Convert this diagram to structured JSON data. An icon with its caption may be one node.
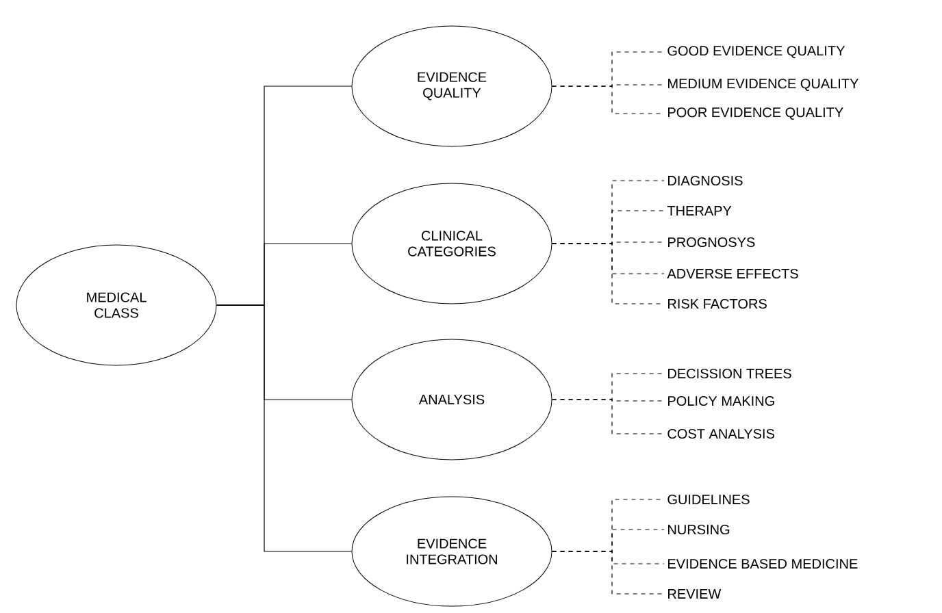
{
  "diagram": {
    "nodes": [
      {
        "text": [
          "MEDICAL CLASS"
        ]
      },
      {
        "text": [
          "EVIDENCE QUALITY"
        ]
      },
      {
        "text": [
          "CLINICAL CATEGORIES"
        ]
      },
      {
        "text": [
          "ANALYSIS"
        ]
      },
      {
        "text": [
          "EVIDENCE INTEGRATION"
        ]
      },
      {
        "text": [
          "GOOD EVIDENCE QUALITY"
        ]
      },
      {
        "text": [
          "MEDIUM EVIDENCE QUALITY"
        ]
      },
      {
        "text": [
          "POOR EVIDENCE QUALITY"
        ]
      },
      {
        "text": [
          "DIAGNOSIS"
        ]
      },
      {
        "text": [
          "THERAPY"
        ]
      },
      {
        "text": [
          "PROGNOSYS"
        ]
      },
      {
        "text": [
          "ADVERSE EFFECTS"
        ]
      },
      {
        "text": [
          "RISK FACTORS"
        ]
      },
      {
        "text": [
          "DECISSION TREES"
        ]
      },
      {
        "text": [
          "POLICY MAKING"
        ]
      },
      {
        "text": [
          "COST ANALYSIS"
        ]
      },
      {
        "text": [
          "GUIDELINES"
        ]
      },
      {
        "text": [
          "NURSING"
        ]
      },
      {
        "text": [
          "EVIDENCE BASED MEDICINE"
        ]
      },
      {
        "text": [
          "REVIEW"
        ]
      }
    ],
    "edges": [
      {
        "from": 0,
        "to": 1,
        "arrow": "none"
      },
      {
        "from": 0,
        "to": 2,
        "arrow": "none"
      },
      {
        "from": 0,
        "to": 3,
        "arrow": "none"
      },
      {
        "from": 0,
        "to": 4,
        "arrow": "none"
      },
      {
        "from": 1,
        "to": 5,
        "arrow": "none",
        "style": "dashed"
      },
      {
        "from": 1,
        "to": 6,
        "arrow": "none",
        "style": "dashed"
      },
      {
        "from": 1,
        "to": 7,
        "arrow": "none",
        "style": "dashed"
      },
      {
        "from": 2,
        "to": 8,
        "arrow": "none",
        "style": "dashed"
      },
      {
        "from": 2,
        "to": 9,
        "arrow": "none",
        "style": "dashed"
      },
      {
        "from": 2,
        "to": 10,
        "arrow": "none",
        "style": "dashed"
      },
      {
        "from": 2,
        "to": 11,
        "arrow": "none",
        "style": "dashed"
      },
      {
        "from": 2,
        "to": 12,
        "arrow": "none",
        "style": "dashed"
      },
      {
        "from": 3,
        "to": 13,
        "arrow": "none",
        "style": "dashed"
      },
      {
        "from": 3,
        "to": 14,
        "arrow": "none",
        "style": "dashed"
      },
      {
        "from": 3,
        "to": 15,
        "arrow": "none",
        "style": "dashed"
      },
      {
        "from": 4,
        "to": 16,
        "arrow": "none",
        "style": "dashed"
      },
      {
        "from": 4,
        "to": 17,
        "arrow": "none",
        "style": "dashed"
      },
      {
        "from": 4,
        "to": 18,
        "arrow": "none",
        "style": "dashed"
      },
      {
        "from": 4,
        "to": 19,
        "arrow": "none",
        "style": "dashed"
      }
    ]
  }
}
